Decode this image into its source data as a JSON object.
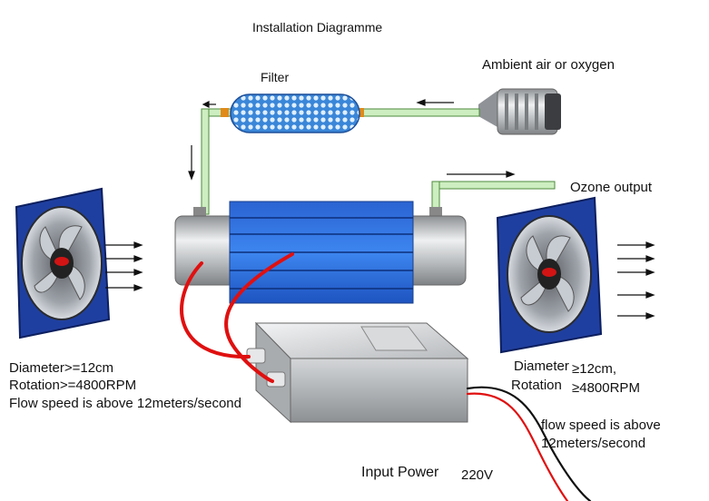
{
  "title": "Installation Diagramme",
  "labels": {
    "filter": "Filter",
    "ambient": "Ambient air or oxygen",
    "ozone_output": "Ozone output",
    "input_power": "Input Power",
    "voltage": "220V"
  },
  "left_fan_specs": {
    "diameter": "Diameter>=12cm",
    "rotation": "Rotation>=4800RPM",
    "flow": "Flow speed is above 12meters/second"
  },
  "right_fan_specs": {
    "diameter_label": "Diameter",
    "diameter_value": "≥12cm,",
    "rotation_label": "Rotation",
    "rotation_value": "≥4800RPM",
    "flow_line1": "flow speed is above",
    "flow_line2": "12meters/second"
  },
  "colors": {
    "fan_frame": "#1f3fa0",
    "tube_blue": "#2f6fd8",
    "pipe_green": "#cdeec0",
    "wire_red": "#e01010",
    "metal": "#b9bcbf"
  }
}
